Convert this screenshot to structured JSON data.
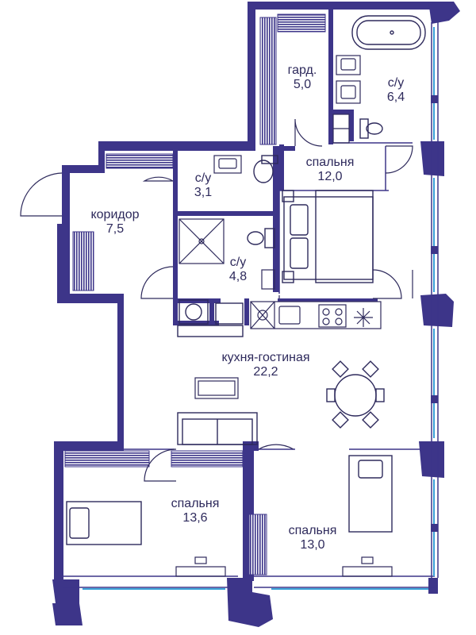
{
  "colors": {
    "wall": "#3d3589",
    "wall_light": "#8a83c8",
    "window": "#3aa0d8",
    "line": "#2e2a5c",
    "background": "#ffffff"
  },
  "rooms": [
    {
      "name": "гард.",
      "area": "5,0"
    },
    {
      "name": "с/у",
      "area": "6,4"
    },
    {
      "name": "спальня",
      "area": "12,0"
    },
    {
      "name": "с/у",
      "area": "3,1"
    },
    {
      "name": "коридор",
      "area": "7,5"
    },
    {
      "name": "с/у",
      "area": "4,8"
    },
    {
      "name": "кухня-гостиная",
      "area": "22,2"
    },
    {
      "name": "спальня",
      "area": "13,6"
    },
    {
      "name": "спальня",
      "area": "13,0"
    }
  ],
  "icons": [
    "bathtub-icon",
    "sink-icon",
    "toilet-icon",
    "shower-icon",
    "washing-machine-icon",
    "stove-icon",
    "double-bed-icon",
    "single-bed-icon",
    "sofa-icon",
    "dining-table-icon",
    "tv-stand-icon",
    "wardrobe-icon",
    "radiator-icon",
    "door-icon"
  ]
}
